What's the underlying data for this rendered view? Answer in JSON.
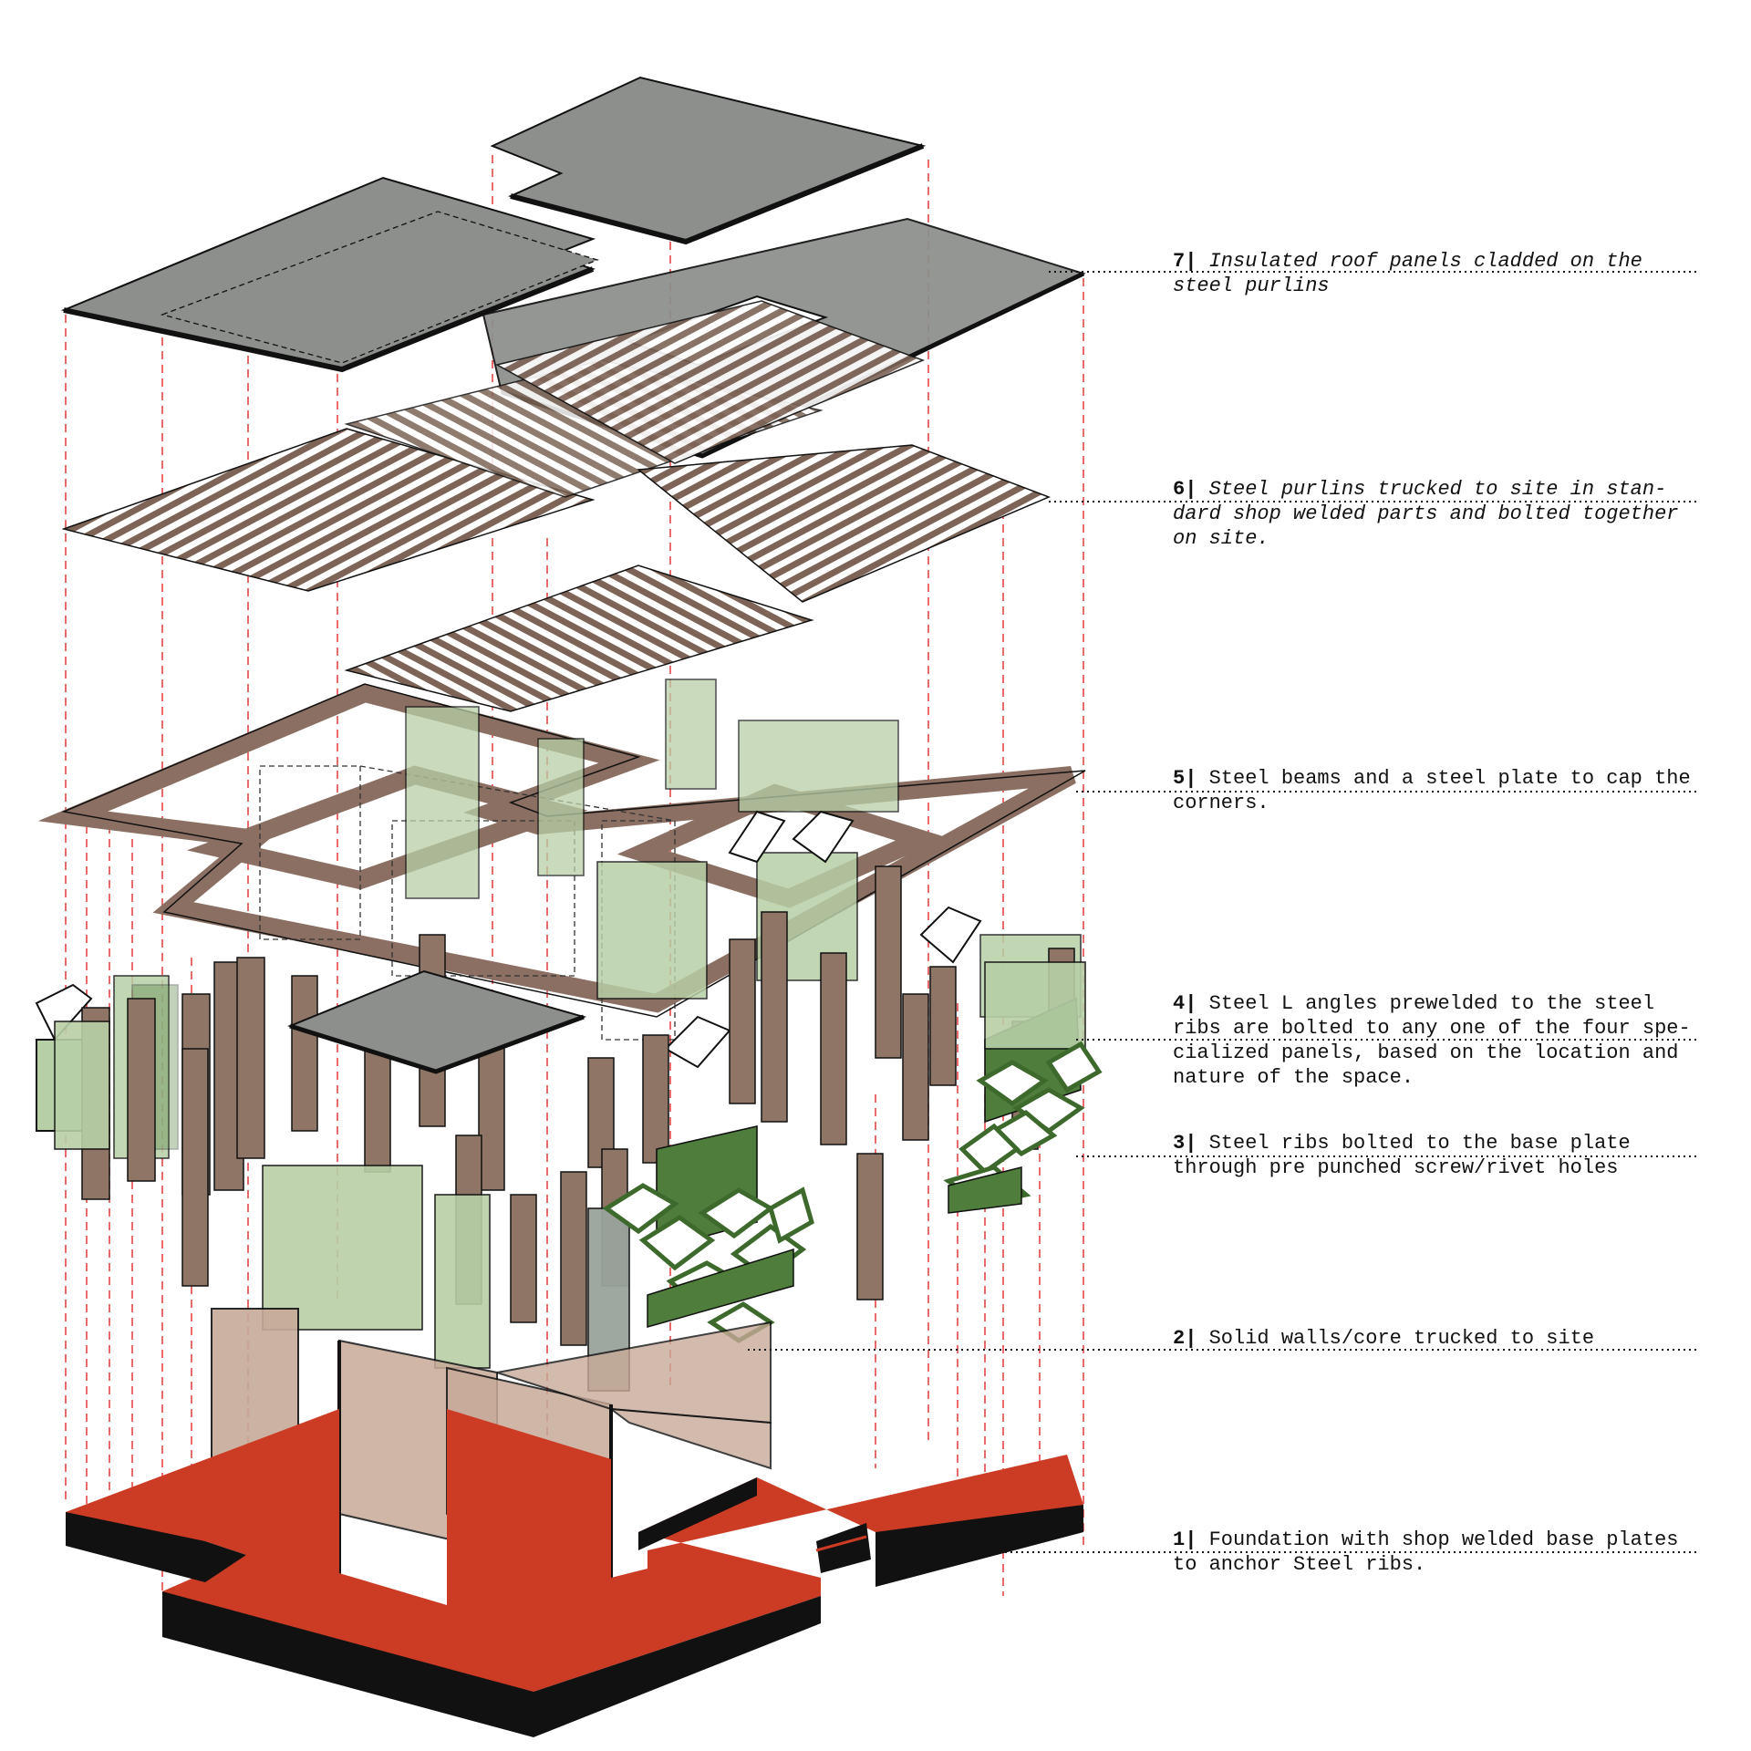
{
  "labels": [
    {
      "num": "7|",
      "italic": true,
      "lines": [
        "Insulated roof panels cladded on the",
        "steel purlins"
      ]
    },
    {
      "num": "6|",
      "italic": true,
      "lines": [
        "Steel purlins trucked to site in stan-",
        "dard shop welded parts and bolted together",
        "on site."
      ]
    },
    {
      "num": "5|",
      "italic": false,
      "lines": [
        "Steel beams and a steel plate to cap the",
        "corners."
      ]
    },
    {
      "num": "4|",
      "italic": false,
      "lines": [
        "Steel L angles prewelded to the steel",
        "ribs are bolted to any one of the four spe-",
        "cialized panels, based on the location and",
        "nature of the space."
      ]
    },
    {
      "num": "3|",
      "italic": false,
      "lines": [
        "Steel ribs bolted to the base plate",
        "through pre punched screw/rivet holes"
      ]
    },
    {
      "num": "2|",
      "italic": false,
      "lines": [
        "Solid walls/core trucked to site"
      ]
    },
    {
      "num": "1|",
      "italic": false,
      "lines": [
        "Foundation with shop welded base plates",
        "to anchor Steel ribs."
      ]
    }
  ],
  "colors": {
    "roof": "#8c8f8b",
    "purlin": "#7d6456",
    "beam": "#8a6f62",
    "rib": "#8e7565",
    "panel_green": "#b7cfa6",
    "panel_green_dark": "#4f7d3b",
    "wall_core": "#c7aa98",
    "foundation": "#cc3b24",
    "guide_line": "#e43a3a"
  }
}
